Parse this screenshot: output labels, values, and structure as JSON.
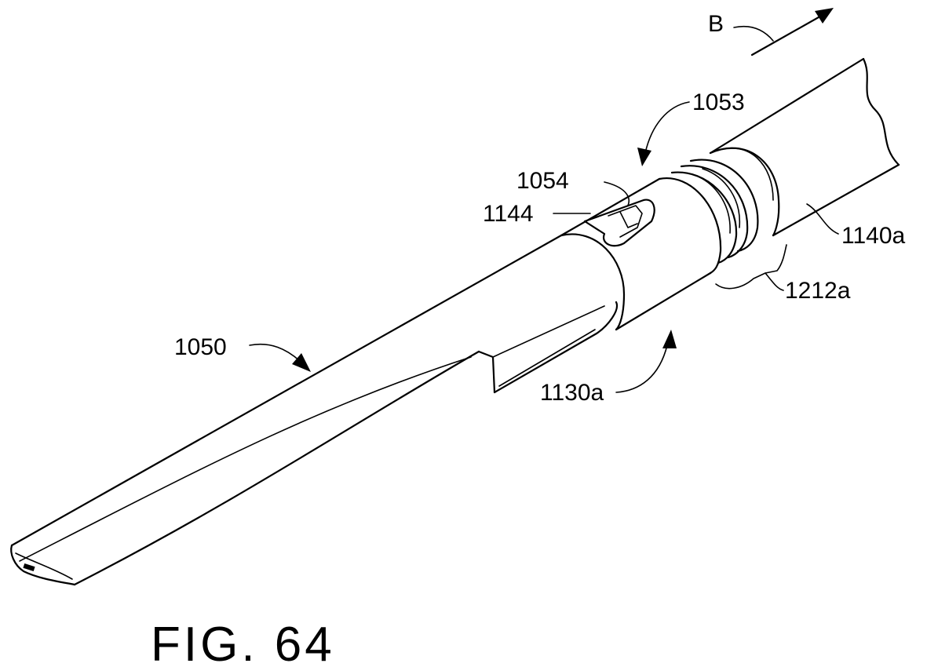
{
  "labels": {
    "b": "B",
    "ref_1053": "1053",
    "ref_1054": "1054",
    "ref_1144": "1144",
    "ref_1140a": "1140a",
    "ref_1212a": "1212a",
    "ref_1050": "1050",
    "ref_1130a": "1130a"
  },
  "caption": "FIG. 64"
}
